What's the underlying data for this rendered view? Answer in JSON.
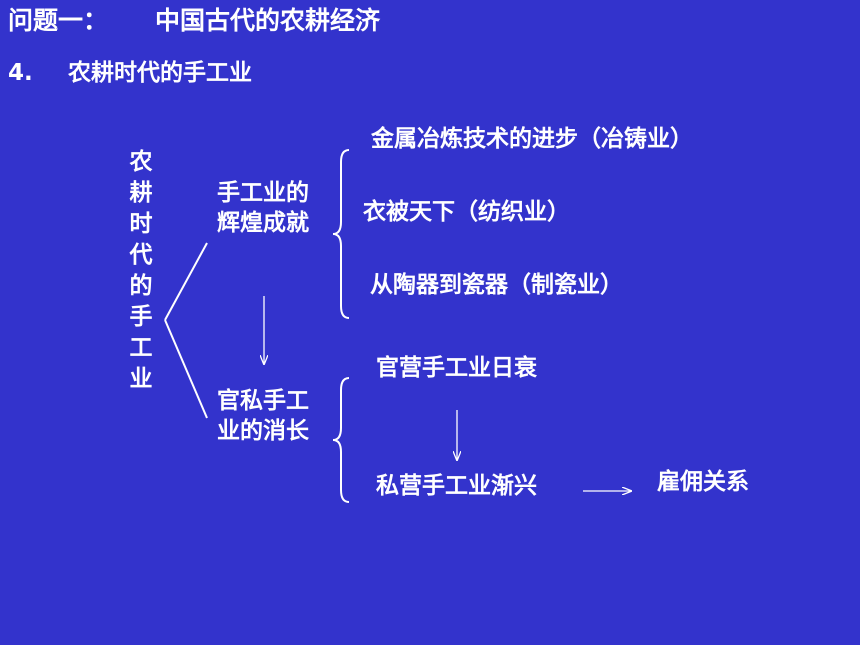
{
  "heading": {
    "question_label": "问题一：",
    "question_title": "中国古代的农耕经济",
    "section_number": "4.",
    "section_title": "农耕时代的手工业"
  },
  "root_label_chars": [
    "农",
    "耕",
    "时",
    "代",
    "的",
    "手",
    "工",
    "业"
  ],
  "branch_achievements": {
    "line1": "手工业的",
    "line2": "辉煌成就",
    "items": [
      "金属冶炼技术的进步（冶铸业）",
      "衣被天下（纺织业）",
      "从陶器到瓷器（制瓷业）"
    ]
  },
  "branch_decline": {
    "line1": "官私手工",
    "line2": "业的消长",
    "items": [
      "官营手工业日衰",
      "私营手工业渐兴"
    ],
    "result": "雇佣关系"
  },
  "colors": {
    "background": "#3333CC",
    "text": "#FFFFFF"
  }
}
